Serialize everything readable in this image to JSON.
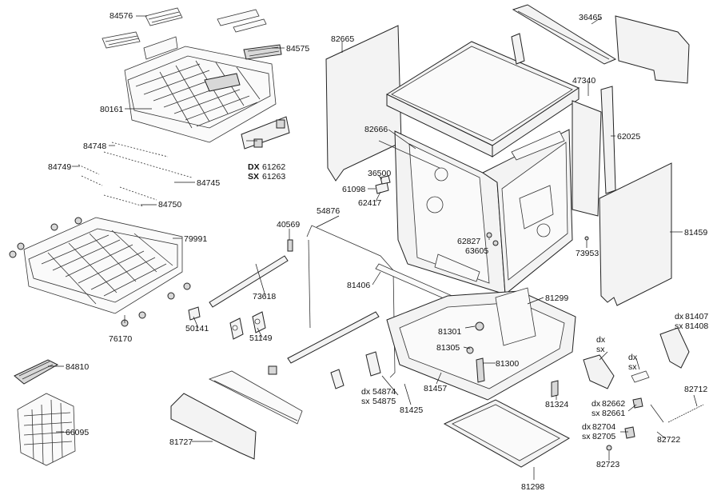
{
  "labels": {
    "p84576": "84576",
    "p84575": "84575",
    "p80161": "80161",
    "p61262": "61262",
    "p61263": "61263",
    "p84748": "84748",
    "p84749": "84749",
    "p84745": "84745",
    "p84750": "84750",
    "p79991": "79991",
    "p76170": "76170",
    "p84810": "84810",
    "p66095": "66095",
    "p82665": "82665",
    "p82666": "82666",
    "p36500": "36500",
    "p61098": "61098",
    "p62417": "62417",
    "p40569": "40569",
    "p54876": "54876",
    "p73618": "73618",
    "p50141": "50141",
    "p51149": "51149",
    "p81406": "81406",
    "p81727": "81727",
    "p54874": "54874",
    "p54875": "54875",
    "p81425": "81425",
    "p81457": "81457",
    "p81301": "81301",
    "p81305": "81305",
    "p81300": "81300",
    "p81299": "81299",
    "p81324": "81324",
    "p81298": "81298",
    "p62827": "62827",
    "p63605": "63605",
    "p73953": "73953",
    "p36465": "36465",
    "p47340": "47340",
    "p62025": "62025",
    "p81459": "81459",
    "p81407": "81407",
    "p81408": "81408",
    "p82662": "82662",
    "p82661": "82661",
    "p82704": "82704",
    "p82705": "82705",
    "p82723": "82723",
    "p82722": "82722",
    "p82712": "82712"
  },
  "side_markers": {
    "dx": "dx",
    "sx": "sx",
    "DX": "DX",
    "SX": "SX"
  }
}
